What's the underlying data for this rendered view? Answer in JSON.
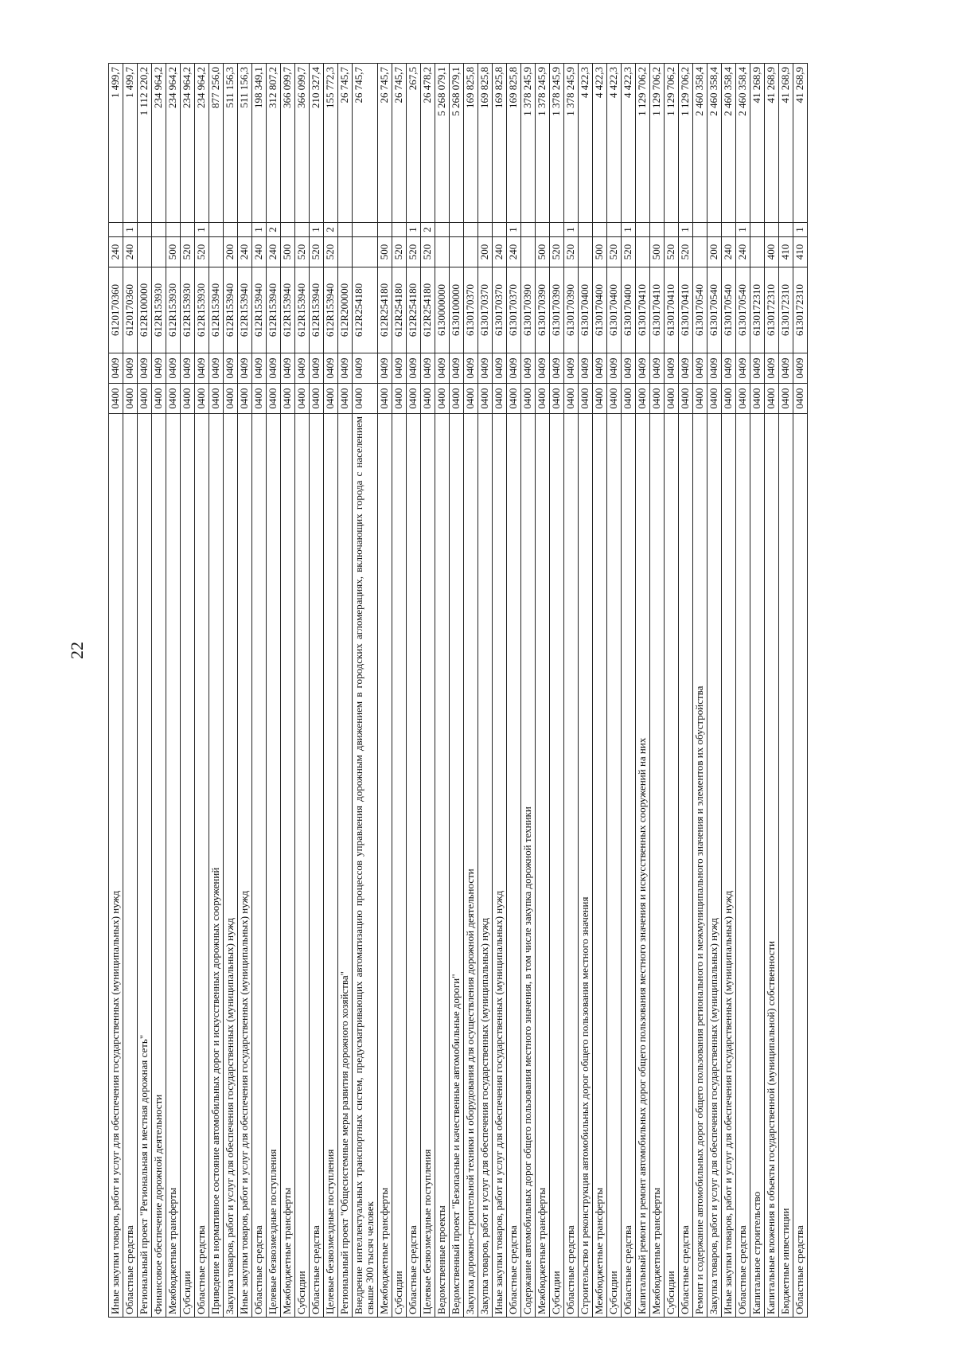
{
  "page_number": "22",
  "rows": [
    {
      "name": "Иные закупки товаров, работ и услуг для обеспечения государственных (муниципальных) нужд",
      "rz": "0400",
      "pr": "0409",
      "csr": "6120170360",
      "vr": "240",
      "fl": "",
      "sum": "1 499,7"
    },
    {
      "name": "Областные средства",
      "rz": "0400",
      "pr": "0409",
      "csr": "6120170360",
      "vr": "240",
      "fl": "1",
      "sum": "1 499,7"
    },
    {
      "name": "Региональный проект \"Региональная и местная дорожная сеть\"",
      "rz": "0400",
      "pr": "0409",
      "csr": "612R100000",
      "vr": "",
      "fl": "",
      "sum": "1 112 220,2"
    },
    {
      "name": "Финансовое обеспечение дорожной деятельности",
      "rz": "0400",
      "pr": "0409",
      "csr": "612R153930",
      "vr": "",
      "fl": "",
      "sum": "234 964,2"
    },
    {
      "name": "Межбюджетные трансферты",
      "rz": "0400",
      "pr": "0409",
      "csr": "612R153930",
      "vr": "500",
      "fl": "",
      "sum": "234 964,2"
    },
    {
      "name": "Субсидии",
      "rz": "0400",
      "pr": "0409",
      "csr": "612R153930",
      "vr": "520",
      "fl": "",
      "sum": "234 964,2"
    },
    {
      "name": "Областные средства",
      "rz": "0400",
      "pr": "0409",
      "csr": "612R153930",
      "vr": "520",
      "fl": "1",
      "sum": "234 964,2"
    },
    {
      "name": "Приведение в нормативное состояние автомобильных дорог и искусственных дорожных сооружений",
      "rz": "0400",
      "pr": "0409",
      "csr": "612R153940",
      "vr": "",
      "fl": "",
      "sum": "877 256,0"
    },
    {
      "name": "Закупка товаров, работ и услуг для обеспечения государственных (муниципальных) нужд",
      "rz": "0400",
      "pr": "0409",
      "csr": "612R153940",
      "vr": "200",
      "fl": "",
      "sum": "511 156,3"
    },
    {
      "name": "Иные закупки товаров, работ и услуг для обеспечения государственных (муниципальных) нужд",
      "rz": "0400",
      "pr": "0409",
      "csr": "612R153940",
      "vr": "240",
      "fl": "",
      "sum": "511 156,3"
    },
    {
      "name": "Областные средства",
      "rz": "0400",
      "pr": "0409",
      "csr": "612R153940",
      "vr": "240",
      "fl": "1",
      "sum": "198 349,1"
    },
    {
      "name": "Целевые безвозмездные поступления",
      "rz": "0400",
      "pr": "0409",
      "csr": "612R153940",
      "vr": "240",
      "fl": "2",
      "sum": "312 807,2"
    },
    {
      "name": "Межбюджетные трансферты",
      "rz": "0400",
      "pr": "0409",
      "csr": "612R153940",
      "vr": "500",
      "fl": "",
      "sum": "366 099,7"
    },
    {
      "name": "Субсидии",
      "rz": "0400",
      "pr": "0409",
      "csr": "612R153940",
      "vr": "520",
      "fl": "",
      "sum": "366 099,7"
    },
    {
      "name": "Областные средства",
      "rz": "0400",
      "pr": "0409",
      "csr": "612R153940",
      "vr": "520",
      "fl": "1",
      "sum": "210 327,4"
    },
    {
      "name": "Целевые безвозмездные поступления",
      "rz": "0400",
      "pr": "0409",
      "csr": "612R153940",
      "vr": "520",
      "fl": "2",
      "sum": "155 772,3"
    },
    {
      "name": "Региональный проект \"Общесистемные меры развития дорожного хозяйства\"",
      "rz": "0400",
      "pr": "0409",
      "csr": "612R200000",
      "vr": "",
      "fl": "",
      "sum": "26 745,7"
    },
    {
      "name": "Внедрение интеллектуальных транспортных систем, предусматривающих автоматизацию процессов управления дорожным движением в городских агломерациях, включающих города с населением свыше 300 тысяч человек",
      "rz": "0400",
      "pr": "0409",
      "csr": "612R254180",
      "vr": "",
      "fl": "",
      "sum": "26 745,7"
    },
    {
      "name": "Межбюджетные трансферты",
      "rz": "0400",
      "pr": "0409",
      "csr": "612R254180",
      "vr": "500",
      "fl": "",
      "sum": "26 745,7"
    },
    {
      "name": "Субсидии",
      "rz": "0400",
      "pr": "0409",
      "csr": "612R254180",
      "vr": "520",
      "fl": "",
      "sum": "26 745,7"
    },
    {
      "name": "Областные средства",
      "rz": "0400",
      "pr": "0409",
      "csr": "612R254180",
      "vr": "520",
      "fl": "1",
      "sum": "267,5"
    },
    {
      "name": "Целевые безвозмездные поступления",
      "rz": "0400",
      "pr": "0409",
      "csr": "612R254180",
      "vr": "520",
      "fl": "2",
      "sum": "26 478,2"
    },
    {
      "name": "Ведомственные проекты",
      "rz": "0400",
      "pr": "0409",
      "csr": "6130000000",
      "vr": "",
      "fl": "",
      "sum": "5 268 079,1"
    },
    {
      "name": "Ведомственный проект \"Безопасные и качественные автомобильные дороги\"",
      "rz": "0400",
      "pr": "0409",
      "csr": "6130100000",
      "vr": "",
      "fl": "",
      "sum": "5 268 079,1"
    },
    {
      "name": "Закупка дорожно-строительной техники и оборудования для осуществления дорожной деятельности",
      "rz": "0400",
      "pr": "0409",
      "csr": "6130170370",
      "vr": "",
      "fl": "",
      "sum": "169 825,8"
    },
    {
      "name": "Закупка товаров, работ и услуг для обеспечения государственных (муниципальных) нужд",
      "rz": "0400",
      "pr": "0409",
      "csr": "6130170370",
      "vr": "200",
      "fl": "",
      "sum": "169 825,8"
    },
    {
      "name": "Иные закупки товаров, работ и услуг для обеспечения государственных (муниципальных) нужд",
      "rz": "0400",
      "pr": "0409",
      "csr": "6130170370",
      "vr": "240",
      "fl": "",
      "sum": "169 825,8"
    },
    {
      "name": "Областные средства",
      "rz": "0400",
      "pr": "0409",
      "csr": "6130170370",
      "vr": "240",
      "fl": "1",
      "sum": "169 825,8"
    },
    {
      "name": "Содержание автомобильных дорог общего пользования местного значения, в том числе закупка дорожной техники",
      "rz": "0400",
      "pr": "0409",
      "csr": "6130170390",
      "vr": "",
      "fl": "",
      "sum": "1 378 245,9"
    },
    {
      "name": "Межбюджетные трансферты",
      "rz": "0400",
      "pr": "0409",
      "csr": "6130170390",
      "vr": "500",
      "fl": "",
      "sum": "1 378 245,9"
    },
    {
      "name": "Субсидии",
      "rz": "0400",
      "pr": "0409",
      "csr": "6130170390",
      "vr": "520",
      "fl": "",
      "sum": "1 378 245,9"
    },
    {
      "name": "Областные средства",
      "rz": "0400",
      "pr": "0409",
      "csr": "6130170390",
      "vr": "520",
      "fl": "1",
      "sum": "1 378 245,9"
    },
    {
      "name": "Строительство и реконструкция автомобильных дорог общего пользования местного значения",
      "rz": "0400",
      "pr": "0409",
      "csr": "6130170400",
      "vr": "",
      "fl": "",
      "sum": "4 422,3"
    },
    {
      "name": "Межбюджетные трансферты",
      "rz": "0400",
      "pr": "0409",
      "csr": "6130170400",
      "vr": "500",
      "fl": "",
      "sum": "4 422,3"
    },
    {
      "name": "Субсидии",
      "rz": "0400",
      "pr": "0409",
      "csr": "6130170400",
      "vr": "520",
      "fl": "",
      "sum": "4 422,3"
    },
    {
      "name": "Областные средства",
      "rz": "0400",
      "pr": "0409",
      "csr": "6130170400",
      "vr": "520",
      "fl": "1",
      "sum": "4 422,3"
    },
    {
      "name": "Капитальный ремонт и ремонт автомобильных дорог общего пользования местного значения и искусственных сооружений на них",
      "rz": "0400",
      "pr": "0409",
      "csr": "6130170410",
      "vr": "",
      "fl": "",
      "sum": "1 129 706,2"
    },
    {
      "name": "Межбюджетные трансферты",
      "rz": "0400",
      "pr": "0409",
      "csr": "6130170410",
      "vr": "500",
      "fl": "",
      "sum": "1 129 706,2"
    },
    {
      "name": "Субсидии",
      "rz": "0400",
      "pr": "0409",
      "csr": "6130170410",
      "vr": "520",
      "fl": "",
      "sum": "1 129 706,2"
    },
    {
      "name": "Областные средства",
      "rz": "0400",
      "pr": "0409",
      "csr": "6130170410",
      "vr": "520",
      "fl": "1",
      "sum": "1 129 706,2"
    },
    {
      "name": "Ремонт и содержание автомобильных дорог общего пользования регионального и межмуниципального значения и элементов их обустройства",
      "rz": "0400",
      "pr": "0409",
      "csr": "6130170540",
      "vr": "",
      "fl": "",
      "sum": "2 460 358,4"
    },
    {
      "name": "Закупка товаров, работ и услуг для обеспечения государственных (муниципальных) нужд",
      "rz": "0400",
      "pr": "0409",
      "csr": "6130170540",
      "vr": "200",
      "fl": "",
      "sum": "2 460 358,4"
    },
    {
      "name": "Иные закупки товаров, работ и услуг для обеспечения государственных (муниципальных) нужд",
      "rz": "0400",
      "pr": "0409",
      "csr": "6130170540",
      "vr": "240",
      "fl": "",
      "sum": "2 460 358,4"
    },
    {
      "name": "Областные средства",
      "rz": "0400",
      "pr": "0409",
      "csr": "6130170540",
      "vr": "240",
      "fl": "1",
      "sum": "2 460 358,4"
    },
    {
      "name": "Капитальное строительство",
      "rz": "0400",
      "pr": "0409",
      "csr": "6130172310",
      "vr": "",
      "fl": "",
      "sum": "41 268,9"
    },
    {
      "name": "Капитальные вложения в объекты государственной (муниципальной) собственности",
      "rz": "0400",
      "pr": "0409",
      "csr": "6130172310",
      "vr": "400",
      "fl": "",
      "sum": "41 268,9"
    },
    {
      "name": "Бюджетные инвестиции",
      "rz": "0400",
      "pr": "0409",
      "csr": "6130172310",
      "vr": "410",
      "fl": "",
      "sum": "41 268,9"
    },
    {
      "name": "Областные средства",
      "rz": "0400",
      "pr": "0409",
      "csr": "6130172310",
      "vr": "410",
      "fl": "1",
      "sum": "41 268,9"
    }
  ]
}
